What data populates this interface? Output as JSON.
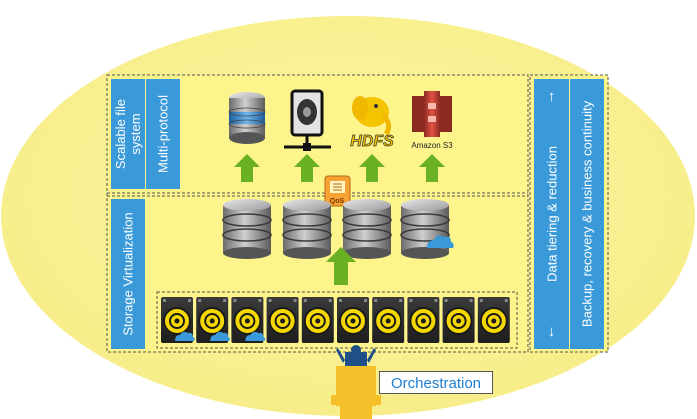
{
  "diagram": {
    "left_panel": {
      "top_labels": [
        "Scalable file system",
        "Multi-protocol"
      ],
      "bottom_label": "Storage Virtualization"
    },
    "right_panel": {
      "labels": [
        "Data tiering & reduction",
        "Backup, recovery & business continuity"
      ]
    },
    "top_icons": [
      {
        "name": "database-server-icon"
      },
      {
        "name": "network-drive-icon"
      },
      {
        "name": "hadoop-hdfs-icon",
        "label": "HDFS"
      },
      {
        "name": "amazon-s3-icon",
        "label": "Amazon S3"
      }
    ],
    "qos_badge": "QoS",
    "orchestration_label": "Orchestration",
    "colors": {
      "ellipse_fill": "#fbf39a",
      "panel_fill": "#fdf58c",
      "label_blue": "#3a9ad9",
      "arrow_green": "#6ab023",
      "orchestration_text": "#1f7fd1"
    }
  }
}
